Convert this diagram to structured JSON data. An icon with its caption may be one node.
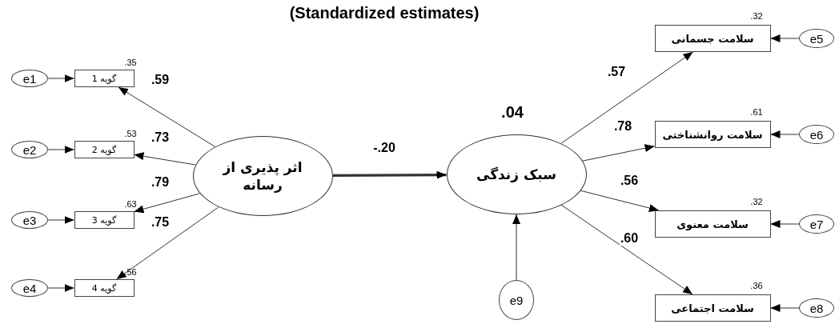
{
  "diagram": {
    "title": "(Standardized estimates)",
    "nodes": [
      {
        "text": [
          "اثر پذیری از رسانه"
        ]
      },
      {
        "text": [
          "سبک زندگی"
        ],
        "beside": [
          ".04"
        ]
      },
      {
        "text": [
          "گویه 1"
        ],
        "beside": [
          ".35"
        ]
      },
      {
        "text": [
          "گویه 2"
        ],
        "beside": [
          ".53"
        ]
      },
      {
        "text": [
          "گویه 3"
        ],
        "beside": [
          ".63"
        ]
      },
      {
        "text": [
          "گویه 4"
        ],
        "beside": [
          ".56"
        ]
      },
      {
        "text": [
          "سلامت جسمانی"
        ],
        "beside": [
          ".32"
        ]
      },
      {
        "text": [
          "سلامت روانشناختی"
        ],
        "beside": [
          ".61"
        ]
      },
      {
        "text": [
          "سلامت معنوی"
        ],
        "beside": [
          ".32"
        ]
      },
      {
        "text": [
          "سلامت اجتماعی"
        ],
        "beside": [
          ".36"
        ]
      },
      {
        "text": [
          "e1"
        ]
      },
      {
        "text": [
          "e2"
        ]
      },
      {
        "text": [
          "e3"
        ]
      },
      {
        "text": [
          "e4"
        ]
      },
      {
        "text": [
          "e5"
        ]
      },
      {
        "text": [
          "e6"
        ]
      },
      {
        "text": [
          "e7"
        ]
      },
      {
        "text": [
          "e8"
        ]
      },
      {
        "text": [
          "e9"
        ]
      }
    ],
    "edges": [
      {
        "from": 0,
        "to": 1,
        "arrow": "to",
        "label": "-.20",
        "style": "thick"
      },
      {
        "from": 0,
        "to": 2,
        "arrow": "to",
        "label": ".59"
      },
      {
        "from": 0,
        "to": 3,
        "arrow": "to",
        "label": ".73"
      },
      {
        "from": 0,
        "to": 4,
        "arrow": "to",
        "label": ".79"
      },
      {
        "from": 0,
        "to": 5,
        "arrow": "to",
        "label": ".75"
      },
      {
        "from": 1,
        "to": 6,
        "arrow": "to",
        "label": ".57"
      },
      {
        "from": 1,
        "to": 7,
        "arrow": "to",
        "label": ".78"
      },
      {
        "from": 1,
        "to": 8,
        "arrow": "to",
        "label": ".56"
      },
      {
        "from": 1,
        "to": 9,
        "arrow": "to",
        "label": ".60"
      },
      {
        "from": 10,
        "to": 2,
        "arrow": "to"
      },
      {
        "from": 11,
        "to": 3,
        "arrow": "to"
      },
      {
        "from": 12,
        "to": 4,
        "arrow": "to"
      },
      {
        "from": 13,
        "to": 5,
        "arrow": "to"
      },
      {
        "from": 14,
        "to": 6,
        "arrow": "to"
      },
      {
        "from": 15,
        "to": 7,
        "arrow": "to"
      },
      {
        "from": 16,
        "to": 8,
        "arrow": "to"
      },
      {
        "from": 17,
        "to": 9,
        "arrow": "to"
      },
      {
        "from": 18,
        "to": 1,
        "arrow": "to"
      }
    ]
  }
}
